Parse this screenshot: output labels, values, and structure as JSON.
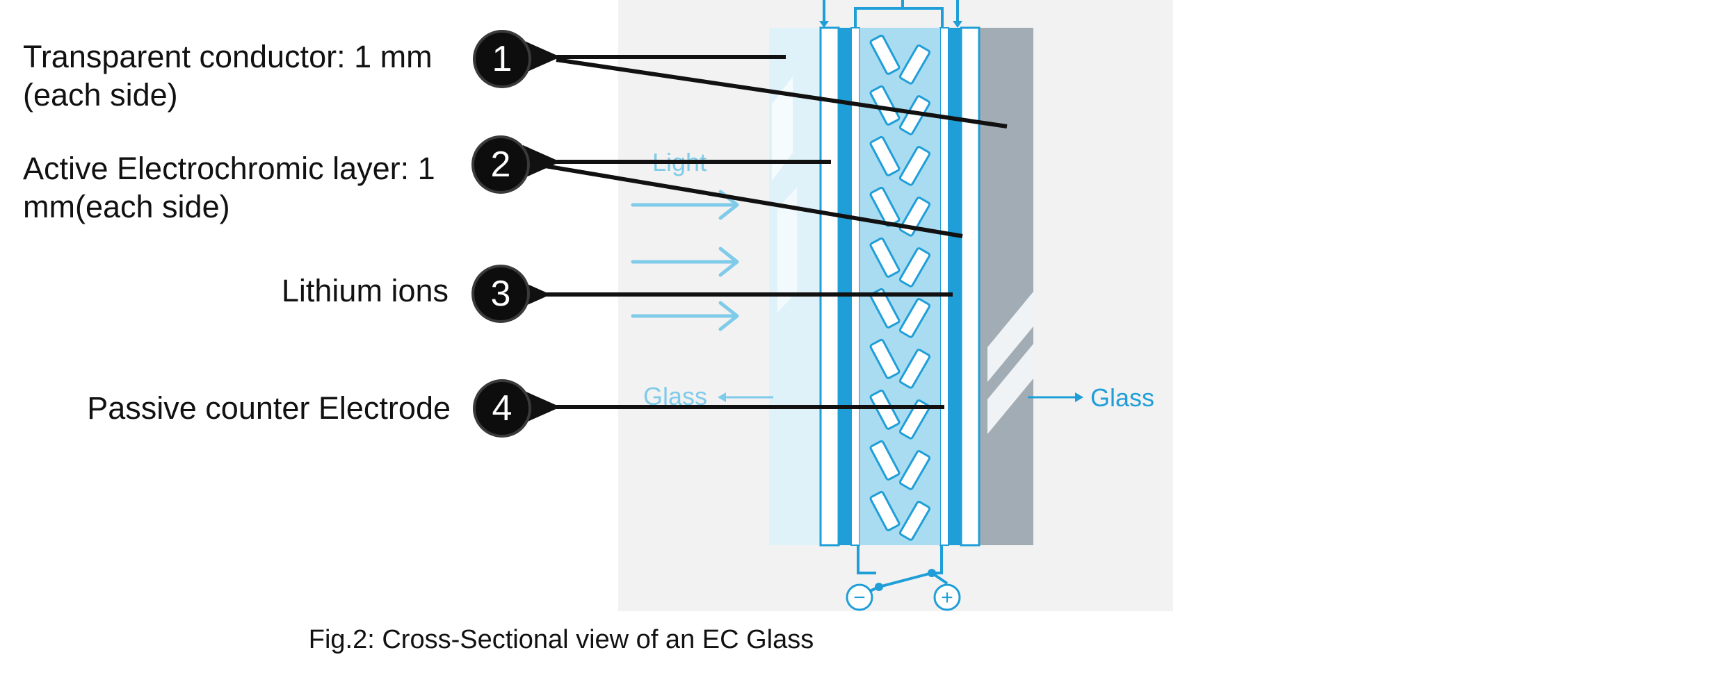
{
  "callouts": [
    {
      "number": "1",
      "line1": "Transparent conductor: 1 mm",
      "line2": "(each side)"
    },
    {
      "number": "2",
      "line1": "Active Electrochromic layer: 1",
      "line2": "mm(each side)"
    },
    {
      "number": "3",
      "line1": "Lithium ions",
      "line2": ""
    },
    {
      "number": "4",
      "line1": "Passive counter Electrode",
      "line2": ""
    }
  ],
  "diagram": {
    "light_label": "Light",
    "glass_left_label": "Glass",
    "glass_right_label": "Glass",
    "minus_symbol": "−",
    "plus_symbol": "+"
  },
  "caption": "Fig.2: Cross-Sectional view of an EC Glass",
  "colors": {
    "conductor_blue": "#1f9ed8",
    "light_blue": "#7fcbe9",
    "glass_panel": "#dff2fa",
    "backdrop": "#f2f2f2",
    "dark_glass": "#a2acb4",
    "callout_fill": "#0d0d0d"
  }
}
